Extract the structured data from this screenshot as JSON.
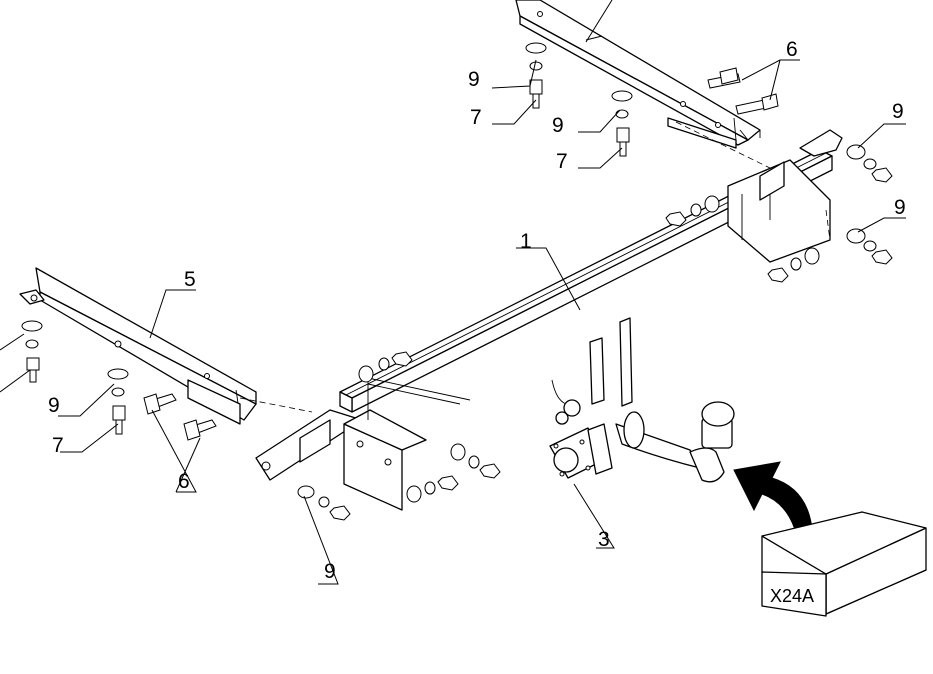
{
  "parts": [
    {
      "id": "label-1",
      "text": "1"
    },
    {
      "id": "label-3",
      "text": "3"
    },
    {
      "id": "label-5",
      "text": "5"
    },
    {
      "id": "label-6-top",
      "text": "6"
    },
    {
      "id": "label-6-left",
      "text": "6"
    },
    {
      "id": "label-7-top-a",
      "text": "7"
    },
    {
      "id": "label-7-top-b",
      "text": "7"
    },
    {
      "id": "label-7-left",
      "text": "7"
    },
    {
      "id": "label-9-top-a",
      "text": "9"
    },
    {
      "id": "label-9-top-b",
      "text": "9"
    },
    {
      "id": "label-9-right-a",
      "text": "9"
    },
    {
      "id": "label-9-right-b",
      "text": "9"
    },
    {
      "id": "label-9-left",
      "text": "9"
    },
    {
      "id": "label-9-bottom",
      "text": "9"
    }
  ],
  "kit_box": {
    "label": "X24A"
  }
}
